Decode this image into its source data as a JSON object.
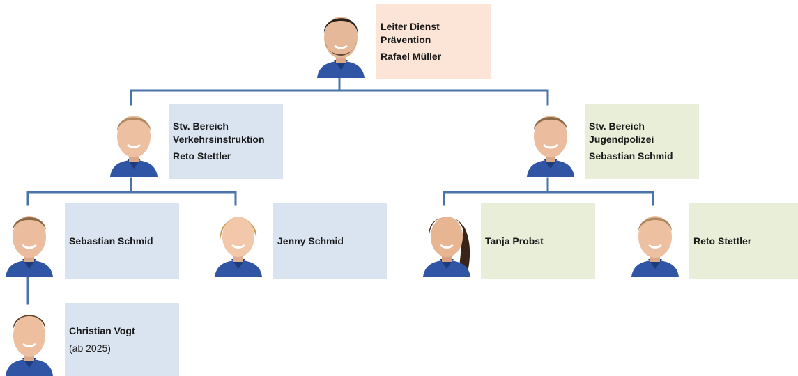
{
  "nodes": {
    "head": {
      "role": "Leiter Dienst\nPrävention",
      "name": "Rafael Müller",
      "color": "#fce4d6"
    },
    "deputy_left": {
      "role": "Stv. Bereich\nVerkehrsinstruktion",
      "name": "Reto Stettler",
      "color": "#dae3f0"
    },
    "deputy_right": {
      "role": "Stv. Bereich\nJugendpolizei",
      "name": "Sebastian Schmid",
      "color": "#e9eed9"
    },
    "staff_1": {
      "name": "Sebastian Schmid",
      "color": "#dae3f0"
    },
    "staff_2": {
      "name": "Jenny Schmid",
      "color": "#dae3f0"
    },
    "staff_3": {
      "name": "Tanja Probst",
      "color": "#e9eed9"
    },
    "staff_4": {
      "name": "Reto Stettler",
      "color": "#e9eed9"
    },
    "staff_5": {
      "name": "Christian Vogt",
      "note": "(ab 2025)",
      "color": "#dae3f0"
    }
  },
  "connector_color": "#4a73a8"
}
